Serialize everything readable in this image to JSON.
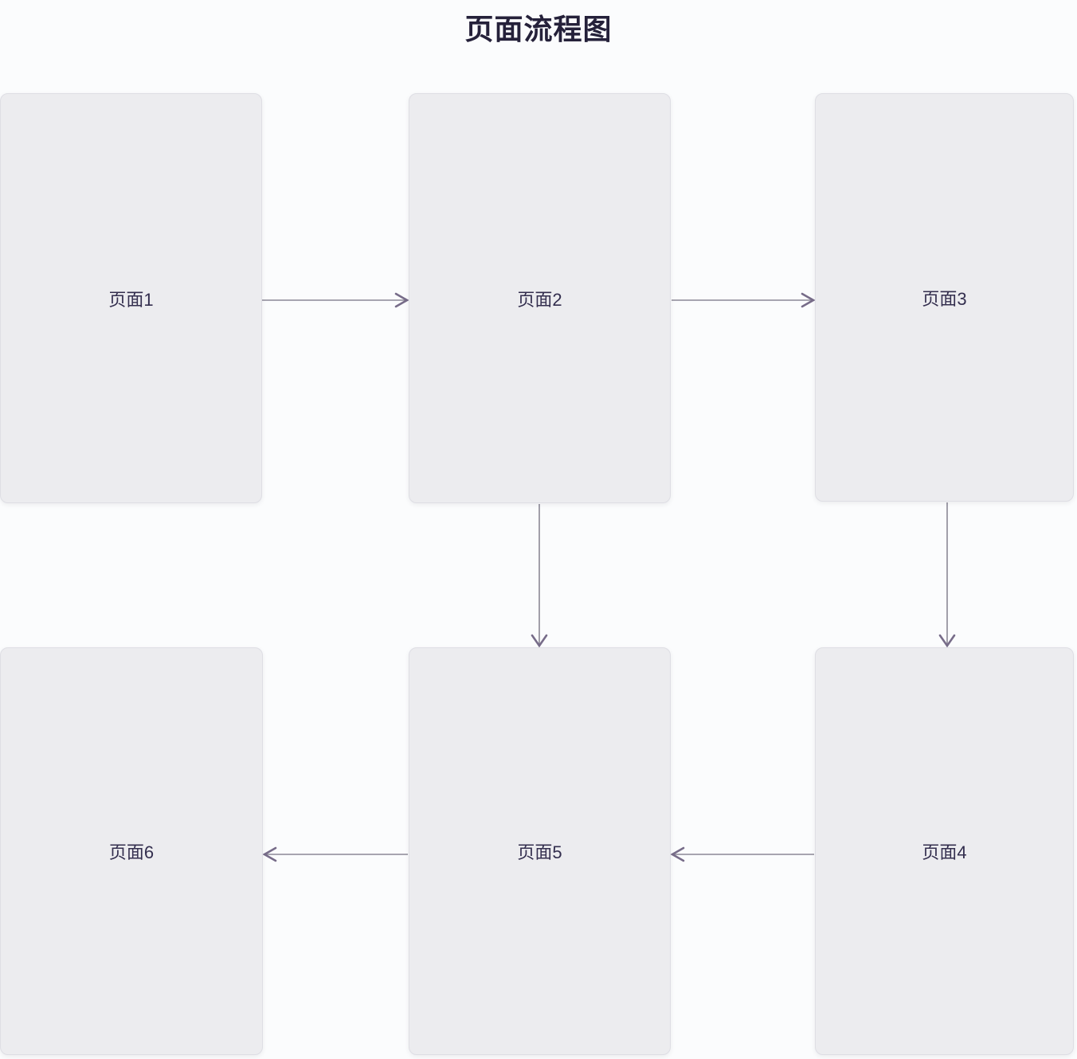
{
  "page": {
    "title": "页面流程图"
  },
  "diagram": {
    "nodes": [
      {
        "id": "page1",
        "label": "页面1"
      },
      {
        "id": "page2",
        "label": "页面2"
      },
      {
        "id": "page3",
        "label": "页面3"
      },
      {
        "id": "page4",
        "label": "页面4"
      },
      {
        "id": "page5",
        "label": "页面5"
      },
      {
        "id": "page6",
        "label": "页面6"
      }
    ],
    "edges": [
      {
        "from": "page1",
        "to": "page2",
        "direction": "right"
      },
      {
        "from": "page2",
        "to": "page3",
        "direction": "right"
      },
      {
        "from": "page2",
        "to": "page5",
        "direction": "down"
      },
      {
        "from": "page3",
        "to": "page4",
        "direction": "down"
      },
      {
        "from": "page4",
        "to": "page5",
        "direction": "left"
      },
      {
        "from": "page5",
        "to": "page6",
        "direction": "left"
      }
    ],
    "colors": {
      "canvas_background": "#fbfcfd",
      "node_fill": "#ececef",
      "node_border": "#dedee4",
      "label_text": "#332e4e",
      "title_text": "#25213a",
      "edge_line": "#8b8896",
      "edge_arrowhead": "#776c89"
    }
  }
}
